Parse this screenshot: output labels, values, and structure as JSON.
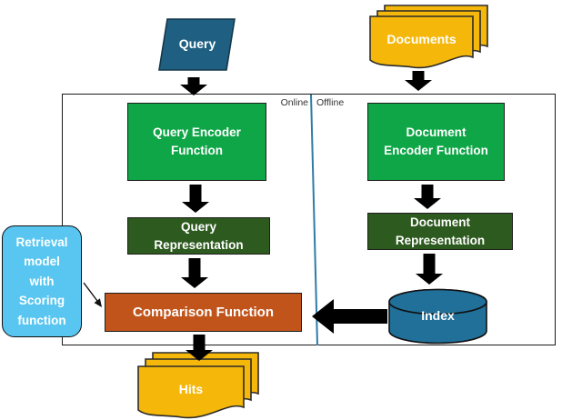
{
  "diagram": {
    "region_labels": {
      "online": "Online",
      "offline": "Offline"
    },
    "nodes": {
      "query": "Query",
      "documents": "Documents",
      "query_encoder": "Query Encoder\nFunction",
      "document_encoder": "Document\nEncoder Function",
      "query_representation": "Query\nRepresentation",
      "document_representation": "Document\nRepresentation",
      "comparison_function": "Comparison Function",
      "index": "Index",
      "hits": "Hits",
      "retrieval_model_note": "Retrieval\nmodel\nwith\nScoring\nfunction"
    },
    "colors": {
      "query_shape": "#1F6082",
      "index_shape": "#20709A",
      "encoder_green": "#0FA648",
      "representation_green": "#2D5A1E",
      "comparison_orange": "#C1541B",
      "document_gold": "#F5B70A",
      "note_blue": "#58C6F0",
      "divider_blue": "#2E7CA6",
      "arrow_black": "#000000"
    }
  }
}
